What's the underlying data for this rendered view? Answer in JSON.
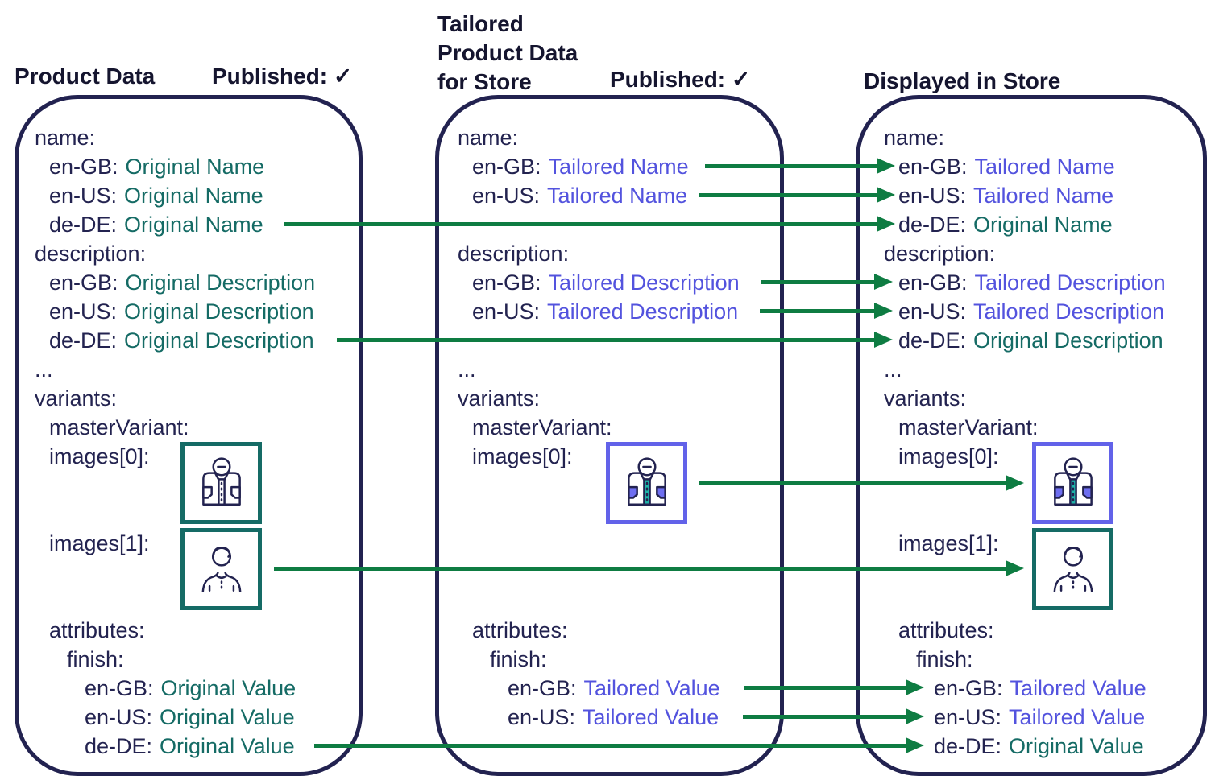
{
  "headers": {
    "left_title": "Product Data",
    "left_published": "Published: ✓",
    "middle_title_lines": [
      "Tailored",
      "Product Data",
      "for Store"
    ],
    "middle_published": "Published: ✓",
    "right_title": "Displayed in Store"
  },
  "colors": {
    "key_text": "#232350",
    "original_value_text": "#156b65",
    "tailored_value_text": "#5353de",
    "arrow_green": "#0e7c42",
    "card_border_navy": "#222250",
    "image_box_teal": "#156b65",
    "image_box_purple": "#6262e9",
    "background": "#ffffff"
  },
  "icons": {
    "shirt_plain": "shirt-line-icon",
    "shirt_colored": "shirt-colored-icon",
    "person": "person-line-icon"
  },
  "cards": [
    {
      "title": "Product Data",
      "rows": [
        {
          "k": "name:"
        },
        {
          "k": "en-GB:",
          "v": "Original Name",
          "variant": "original"
        },
        {
          "k": "en-US:",
          "v": "Original Name",
          "variant": "original"
        },
        {
          "k": "de-DE:",
          "v": "Original Name",
          "variant": "original"
        },
        {
          "k": "description:"
        },
        {
          "k": "en-GB:",
          "v": "Original Description",
          "variant": "original"
        },
        {
          "k": "en-US:",
          "v": "Original Description",
          "variant": "original"
        },
        {
          "k": "de-DE:",
          "v": "Original Description",
          "variant": "original"
        },
        {
          "k": "..."
        },
        {
          "k": "variants:"
        },
        {
          "k": "masterVariant:"
        },
        {
          "k": "images[0]:"
        },
        {
          "k": "images[1]:"
        },
        {
          "k": "attributes:"
        },
        {
          "k": "finish:"
        },
        {
          "k": "en-GB:",
          "v": "Original Value",
          "variant": "original"
        },
        {
          "k": "en-US:",
          "v": "Original Value",
          "variant": "original"
        },
        {
          "k": "de-DE:",
          "v": "Original Value",
          "variant": "original"
        }
      ],
      "images": [
        {
          "icon": "shirt-line-icon"
        },
        {
          "icon": "person-line-icon"
        }
      ]
    },
    {
      "title": "Tailored Product Data for Store",
      "rows": [
        {
          "k": "name:"
        },
        {
          "k": "en-GB:",
          "v": "Tailored Name",
          "variant": "tailored"
        },
        {
          "k": "en-US:",
          "v": "Tailored Name",
          "variant": "tailored"
        },
        {
          "k": "description:"
        },
        {
          "k": "en-GB:",
          "v": "Tailored Description",
          "variant": "tailored"
        },
        {
          "k": "en-US:",
          "v": "Tailored Description",
          "variant": "tailored"
        },
        {
          "k": "..."
        },
        {
          "k": "variants:"
        },
        {
          "k": "masterVariant:"
        },
        {
          "k": "images[0]:"
        },
        {
          "k": "attributes:"
        },
        {
          "k": "finish:"
        },
        {
          "k": "en-GB:",
          "v": "Tailored Value",
          "variant": "tailored"
        },
        {
          "k": "en-US:",
          "v": "Tailored Value",
          "variant": "tailored"
        }
      ],
      "images": [
        {
          "icon": "shirt-colored-icon"
        }
      ]
    },
    {
      "title": "Displayed in Store",
      "rows": [
        {
          "k": "name:"
        },
        {
          "k": "en-GB:",
          "v": "Tailored Name",
          "variant": "tailored"
        },
        {
          "k": "en-US:",
          "v": "Tailored Name",
          "variant": "tailored"
        },
        {
          "k": "de-DE:",
          "v": "Original Name",
          "variant": "original"
        },
        {
          "k": "description:"
        },
        {
          "k": "en-GB:",
          "v": "Tailored Description",
          "variant": "tailored"
        },
        {
          "k": "en-US:",
          "v": "Tailored Description",
          "variant": "tailored"
        },
        {
          "k": "de-DE:",
          "v": "Original Description",
          "variant": "original"
        },
        {
          "k": "..."
        },
        {
          "k": "variants:"
        },
        {
          "k": "masterVariant:"
        },
        {
          "k": "images[0]:"
        },
        {
          "k": "images[1]:"
        },
        {
          "k": "attributes:"
        },
        {
          "k": "finish:"
        },
        {
          "k": "en-GB:",
          "v": "Tailored Value",
          "variant": "tailored"
        },
        {
          "k": "en-US:",
          "v": "Tailored Value",
          "variant": "tailored"
        },
        {
          "k": "de-DE:",
          "v": "Original Value",
          "variant": "original"
        }
      ],
      "images": [
        {
          "icon": "shirt-colored-icon"
        },
        {
          "icon": "person-line-icon"
        }
      ]
    }
  ],
  "arrows": [
    {
      "from": "tailored-card.name.en-GB",
      "to": "store-card.name.en-GB"
    },
    {
      "from": "tailored-card.name.en-US",
      "to": "store-card.name.en-US"
    },
    {
      "from": "product-card.name.de-DE",
      "to": "store-card.name.de-DE"
    },
    {
      "from": "tailored-card.description.en-GB",
      "to": "store-card.description.en-GB"
    },
    {
      "from": "tailored-card.description.en-US",
      "to": "store-card.description.en-US"
    },
    {
      "from": "product-card.description.de-DE",
      "to": "store-card.description.de-DE"
    },
    {
      "from": "tailored-card.images[0]",
      "to": "store-card.images[0]"
    },
    {
      "from": "product-card.images[1]",
      "to": "store-card.images[1]"
    },
    {
      "from": "tailored-card.finish.en-GB",
      "to": "store-card.finish.en-GB"
    },
    {
      "from": "tailored-card.finish.en-US",
      "to": "store-card.finish.en-US"
    },
    {
      "from": "product-card.finish.de-DE",
      "to": "store-card.finish.de-DE"
    }
  ]
}
